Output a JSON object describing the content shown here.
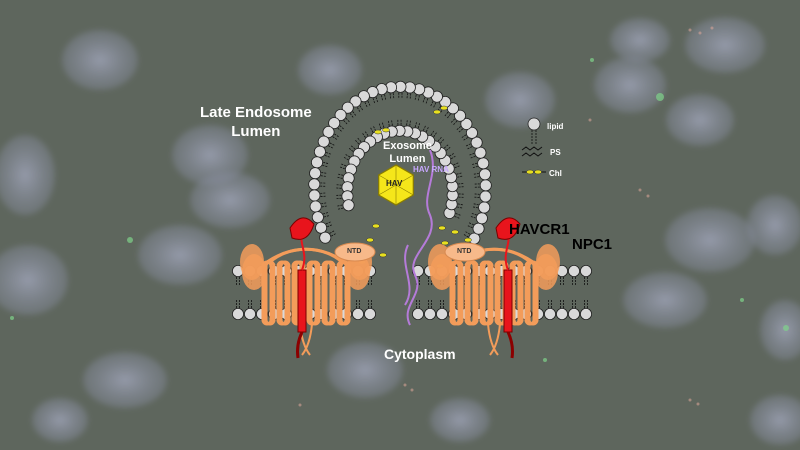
{
  "labels": {
    "late_endosome_line1": "Late Endosome",
    "late_endosome_line2": "Lumen",
    "exosome_line1": "Exosome",
    "exosome_line2": "Lumen",
    "hav": "HAV",
    "hav_rna": "HAV RNA",
    "havcr1": "HAVCR1",
    "npc1": "NPC1",
    "ntd_left": "NTD",
    "ntd_right": "NTD",
    "cytoplasm": "Cytoplasm"
  },
  "legend": {
    "lipid": "lipid",
    "ps": "PS",
    "chl": "Chl"
  },
  "colors": {
    "background": "#5c5e5b",
    "havcr1": "#e8141c",
    "npc1": "#f39c5a",
    "hav_capsid": "#f5e61a",
    "hav_rna": "#b57bd9",
    "cholesterol": "#e8e020",
    "lipid_head": "#d9d9d9"
  }
}
